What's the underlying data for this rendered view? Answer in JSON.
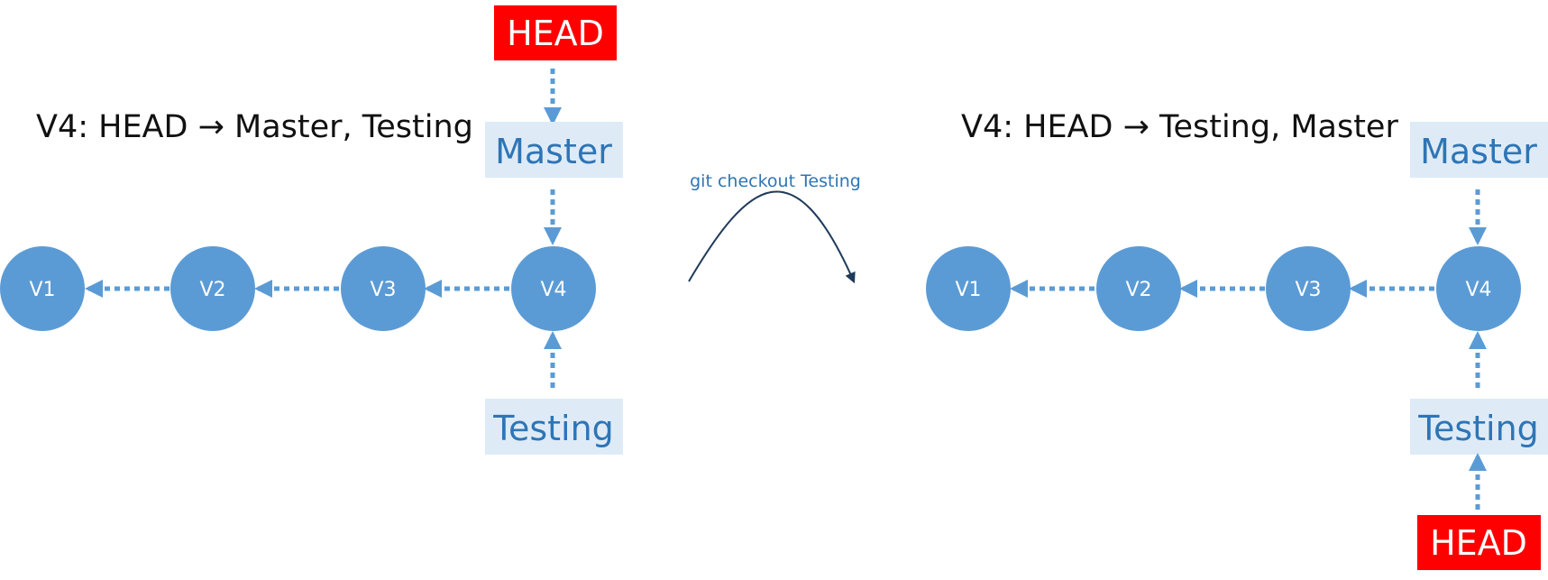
{
  "colors": {
    "commit_fill": "#5b9bd5",
    "branch_box_fill": "#deebf7",
    "branch_text": "#2e75b6",
    "head_fill": "#ff0000",
    "head_text": "#ffffff",
    "arrow": "#5b9bd5",
    "action_text": "#2e75b6",
    "curve": "#1f3a5a"
  },
  "before": {
    "caption": "V4: HEAD → Master, Testing",
    "commits": [
      "V1",
      "V2",
      "V3",
      "V4"
    ],
    "master_label": "Master",
    "testing_label": "Testing",
    "head_label": "HEAD"
  },
  "action": {
    "label": "git checkout Testing"
  },
  "after": {
    "caption": "V4: HEAD → Testing, Master",
    "commits": [
      "V1",
      "V2",
      "V3",
      "V4"
    ],
    "master_label": "Master",
    "testing_label": "Testing",
    "head_label": "HEAD"
  }
}
